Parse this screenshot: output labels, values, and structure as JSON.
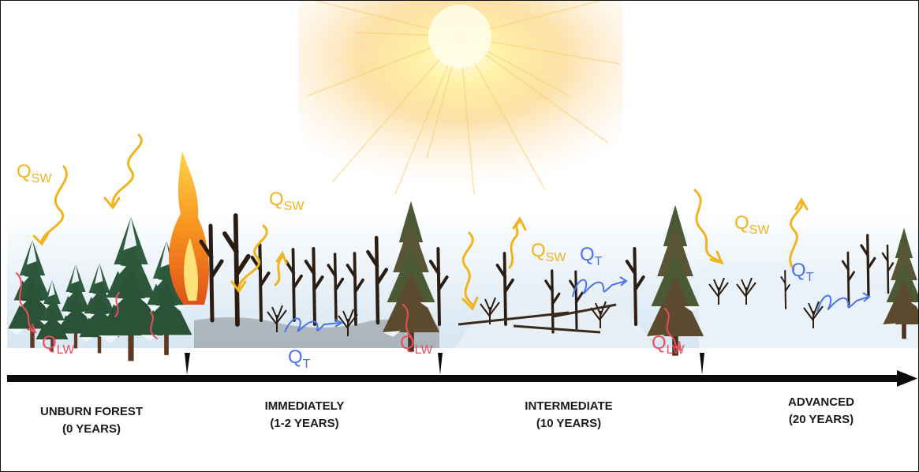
{
  "stages": [
    {
      "title": "UNBURN FOREST",
      "years": "(0 YEARS)"
    },
    {
      "title": "IMMEDIATELY",
      "years": "(1-2 YEARS)"
    },
    {
      "title": "INTERMEDIATE",
      "years": "(10 YEARS)"
    },
    {
      "title": "ADVANCED",
      "years": "(20 YEARS)"
    }
  ],
  "fluxes": {
    "q_main": "Q",
    "sw_sub": "SW",
    "lw_sub": "LW",
    "t_sub": "T"
  },
  "colors": {
    "shortwave": "#f3b31f",
    "longwave": "#ee4d5d",
    "turbulent": "#4b74e8",
    "timeline": "#0d0d0d"
  },
  "icons": [
    "sun-icon",
    "fire-icon",
    "snowy-tree-icon",
    "burned-tree-icon",
    "snow-hill-icon",
    "timeline-arrow-icon"
  ]
}
